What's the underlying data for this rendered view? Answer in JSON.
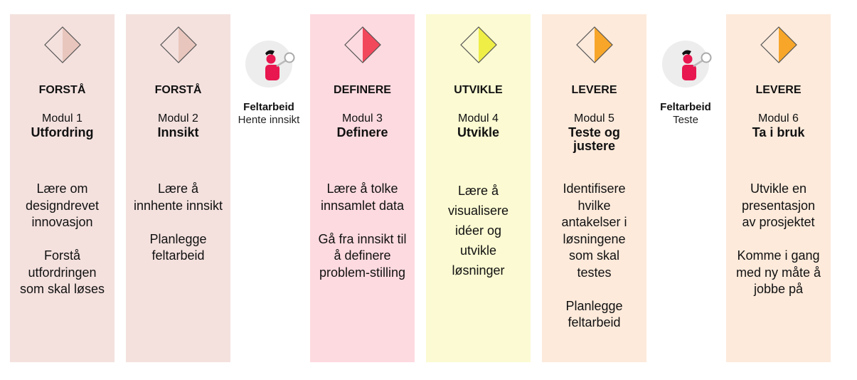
{
  "colors": {
    "forsta_bg": "#f4e1de",
    "forsta_accent": "#e9c6bd",
    "definere_bg": "#fddae0",
    "definere_accent": "#f2485c",
    "utvikle_bg": "#fbfad2",
    "utvikle_accent": "#eeee47",
    "levere_bg": "#fdeadb",
    "levere_accent": "#f7a62a",
    "avatar_bg": "#ededed",
    "avatar_body": "#e8174f"
  },
  "modules": [
    {
      "phase": "FORSTÅ",
      "module": "Modul 1",
      "title": "Utfordring",
      "desc": [
        "Lære om designdrevet innovasjon",
        "Forstå utfordringen som skal løses"
      ]
    },
    {
      "phase": "FORSTÅ",
      "module": "Modul 2",
      "title": "Innsikt",
      "desc": [
        "Lære å innhente innsikt",
        "Planlegge feltarbeid"
      ]
    },
    {
      "phase": "DEFINERE",
      "module": "Modul 3",
      "title": "Definere",
      "desc": [
        "Lære å tolke innsamlet data",
        "Gå fra innsikt til å definere problem-stilling"
      ]
    },
    {
      "phase": "UTVIKLE",
      "module": "Modul 4",
      "title": "Utvikle",
      "desc": [
        "Lære å visualisere idéer og utvikle løsninger"
      ]
    },
    {
      "phase": "LEVERE",
      "module": "Modul 5",
      "title": "Teste og justere",
      "desc": [
        "Identifisere hvilke antakelser i løsningene som skal testes",
        "Planlegge feltarbeid"
      ]
    },
    {
      "phase": "LEVERE",
      "module": "Modul 6",
      "title": "Ta i bruk",
      "desc": [
        "Utvikle en presentasjon av prosjektet",
        "Komme i gang med ny måte å jobbe på"
      ]
    }
  ],
  "fieldwork": [
    {
      "label": "Feltarbeid",
      "sub": "Hente innsikt",
      "icon": "fieldwork-person-icon"
    },
    {
      "label": "Feltarbeid",
      "sub": "Teste",
      "icon": "fieldwork-person-icon"
    }
  ]
}
